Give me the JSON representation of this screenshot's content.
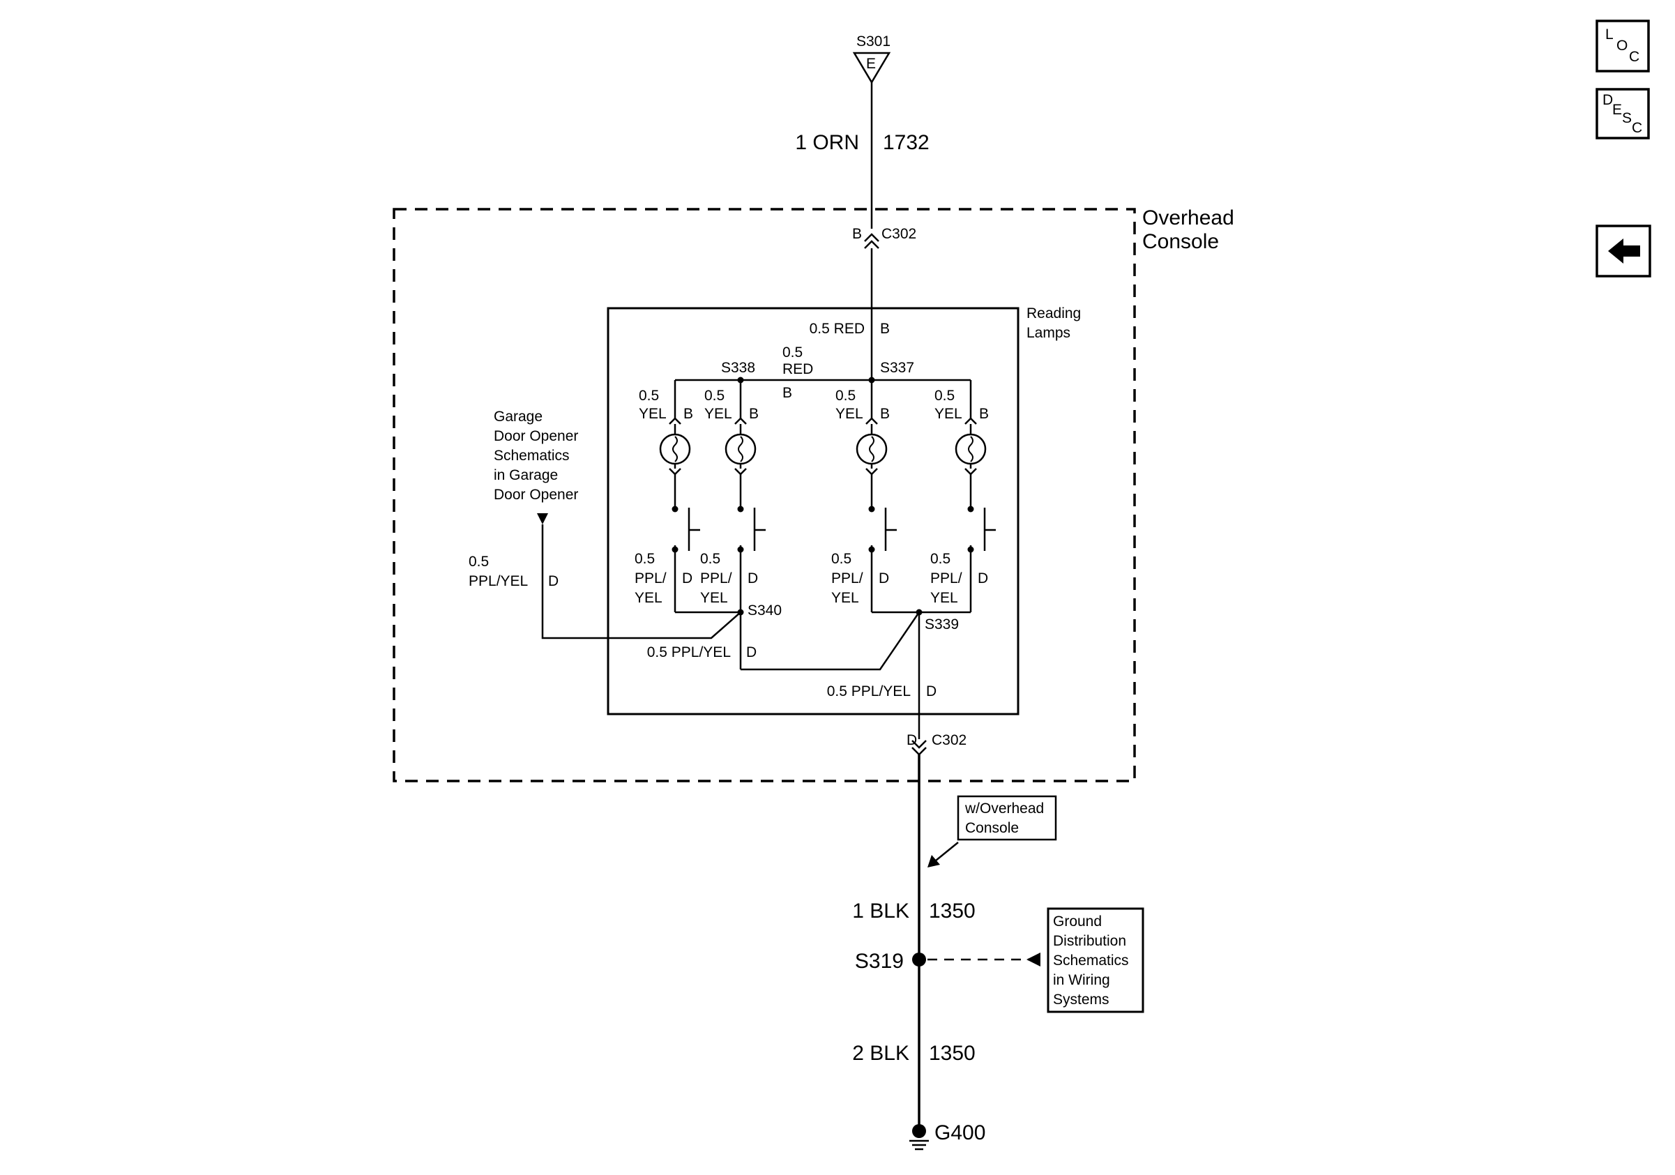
{
  "top_splice": {
    "name": "S301",
    "pin": "E"
  },
  "top_wire": {
    "size_color": "1 ORN",
    "circuit": "1732"
  },
  "console": {
    "label_line1": "Overhead",
    "label_line2": "Console"
  },
  "c302_top": {
    "pin": "B",
    "name": "C302"
  },
  "reading_lamps": {
    "label_line1": "Reading",
    "label_line2": "Lamps",
    "feed_wire": {
      "size_color": "0.5 RED",
      "pin": "B"
    },
    "bus_wire": {
      "size": "0.5",
      "color": "RED",
      "pin": "B"
    },
    "splices": {
      "left": "S338",
      "right": "S337",
      "ground_left": "S340",
      "ground_right": "S339"
    },
    "lamps": [
      {
        "size": "0.5",
        "color": "YEL",
        "pin": "B",
        "ground_size": "0.5",
        "ground_color_1": "PPL/",
        "ground_color_2": "YEL",
        "ground_pin": "D"
      },
      {
        "size": "0.5",
        "color": "YEL",
        "pin": "B",
        "ground_size": "0.5",
        "ground_color_1": "PPL/",
        "ground_color_2": "YEL",
        "ground_pin": "D"
      },
      {
        "size": "0.5",
        "color": "YEL",
        "pin": "B",
        "ground_size": "0.5",
        "ground_color_1": "PPL/",
        "ground_color_2": "YEL",
        "ground_pin": "D"
      },
      {
        "size": "0.5",
        "color": "YEL",
        "pin": "B",
        "ground_size": "0.5",
        "ground_color_1": "PPL/",
        "ground_color_2": "YEL",
        "ground_pin": "D"
      }
    ],
    "link_wire_1": {
      "size_color": "0.5 PPL/YEL",
      "pin": "D"
    },
    "link_wire_2": {
      "size_color": "0.5 PPL/YEL",
      "pin": "D"
    }
  },
  "garage": {
    "lines": [
      "Garage",
      "Door Opener",
      "Schematics",
      "in Garage",
      "Door Opener"
    ],
    "wire_size": "0.5",
    "wire_color": "PPL/YEL",
    "pin": "D"
  },
  "c302_bottom": {
    "pin": "D",
    "name": "C302"
  },
  "option_note": {
    "line1": "w/Overhead",
    "line2": "Console"
  },
  "wire_1350_a": {
    "size_color": "1 BLK",
    "circuit": "1350"
  },
  "splice_s319": "S319",
  "ground_note": {
    "lines": [
      "Ground",
      "Distribution",
      "Schematics",
      "in Wiring",
      "Systems"
    ]
  },
  "wire_1350_b": {
    "size_color": "2 BLK",
    "circuit": "1350"
  },
  "ground": "G400",
  "nav": {
    "loc": {
      "l1": "L",
      "l2": "O",
      "l3": "C"
    },
    "desc": {
      "l1": "D",
      "l2": "E",
      "l3": "S",
      "l4": "C"
    },
    "back_icon": "left-arrow-icon"
  }
}
